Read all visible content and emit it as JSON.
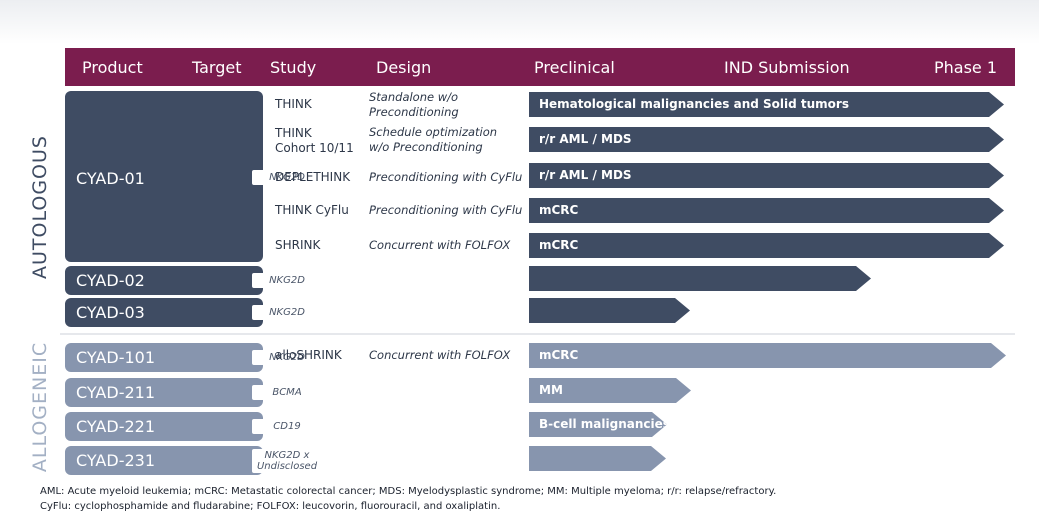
{
  "header": {
    "product": "Product",
    "target": "Target",
    "study": "Study",
    "design": "Design",
    "preclinical": "Preclinical",
    "ind": "IND Submission",
    "phase1": "Phase 1"
  },
  "sections": {
    "autologous": "AUTOLOGOUS",
    "allogeneic": "ALLOGENEIC"
  },
  "products": [
    {
      "name": "CYAD-01",
      "target": "NKG2D"
    },
    {
      "name": "CYAD-02",
      "target": "NKG2D"
    },
    {
      "name": "CYAD-03",
      "target": "NKG2D"
    },
    {
      "name": "CYAD-101",
      "target": "NKG2D"
    },
    {
      "name": "CYAD-211",
      "target": "BCMA"
    },
    {
      "name": "CYAD-221",
      "target": "CD19"
    },
    {
      "name": "CYAD-231",
      "target_line1": "NKG2D x",
      "target_line2": "Undisclosed"
    }
  ],
  "studies": [
    {
      "study": "THINK",
      "design_line1": "Standalone w/o",
      "design_line2": "Preconditioning",
      "indication": "Hematological malignancies and Solid tumors",
      "stage": "Phase 1"
    },
    {
      "study_line1": "THINK",
      "study_line2": "Cohort 10/11",
      "design_line1": "Schedule optimization",
      "design_line2": "w/o Preconditioning",
      "indication": "r/r AML / MDS",
      "stage": "Phase 1"
    },
    {
      "study": "DEPLETHINK",
      "design": "Preconditioning with CyFlu",
      "indication": "r/r AML / MDS",
      "stage": "Phase 1"
    },
    {
      "study": "THINK CyFlu",
      "design": "Preconditioning with CyFlu",
      "indication": "mCRC",
      "stage": "Phase 1"
    },
    {
      "study": "SHRINK",
      "design": "Concurrent with FOLFOX",
      "indication": "mCRC",
      "stage": "Phase 1"
    },
    {
      "product": "CYAD-02",
      "indication": "",
      "stage": "IND Submission"
    },
    {
      "product": "CYAD-03",
      "indication": "",
      "stage": "Preclinical"
    },
    {
      "study": "alloSHRINK",
      "design": "Concurrent with FOLFOX",
      "indication": "mCRC",
      "stage": "Phase 1"
    },
    {
      "product": "CYAD-211",
      "indication": "MM",
      "stage": "Preclinical"
    },
    {
      "product": "CYAD-221",
      "indication": "B-cell malignancies",
      "stage": "Preclinical"
    },
    {
      "product": "CYAD-231",
      "indication": "",
      "stage": "Preclinical"
    }
  ],
  "footnotes": {
    "line1": "AML: Acute myeloid leukemia; mCRC: Metastatic colorectal cancer; MDS: Myelodysplastic syndrome; MM: Multiple myeloma; r/r: relapse/refractory.",
    "line2": "CyFlu: cyclophosphamide and fludarabine; FOLFOX: leucovorin, fluorouracil, and oxaliplatin."
  },
  "colors": {
    "header": "#7b1d4e",
    "autologous": "#3f4c63",
    "allogeneic": "#8795ae"
  }
}
